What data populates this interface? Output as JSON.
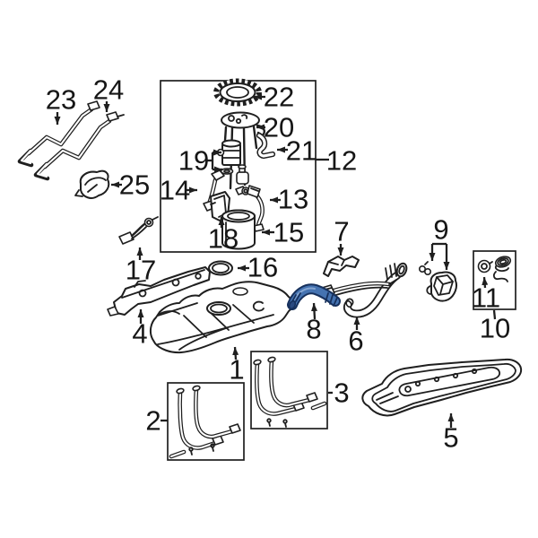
{
  "diagram": {
    "description": "Exploded fuel tank parts diagram with numbered callouts",
    "background_color": "#ffffff",
    "line_color": "#1f1f1f",
    "highlighted_part": {
      "number": "8",
      "fill_color": "#4573b1",
      "stroke_color": "#16305c",
      "highlight_color": "#86a6d2"
    },
    "callouts": [
      {
        "number": "1"
      },
      {
        "number": "2"
      },
      {
        "number": "3"
      },
      {
        "number": "4"
      },
      {
        "number": "5"
      },
      {
        "number": "6"
      },
      {
        "number": "7"
      },
      {
        "number": "8"
      },
      {
        "number": "9"
      },
      {
        "number": "10"
      },
      {
        "number": "11"
      },
      {
        "number": "12"
      },
      {
        "number": "13"
      },
      {
        "number": "14"
      },
      {
        "number": "15"
      },
      {
        "number": "16"
      },
      {
        "number": "17"
      },
      {
        "number": "18"
      },
      {
        "number": "19"
      },
      {
        "number": "20"
      },
      {
        "number": "21"
      },
      {
        "number": "22"
      },
      {
        "number": "23"
      },
      {
        "number": "24"
      },
      {
        "number": "25"
      }
    ]
  }
}
